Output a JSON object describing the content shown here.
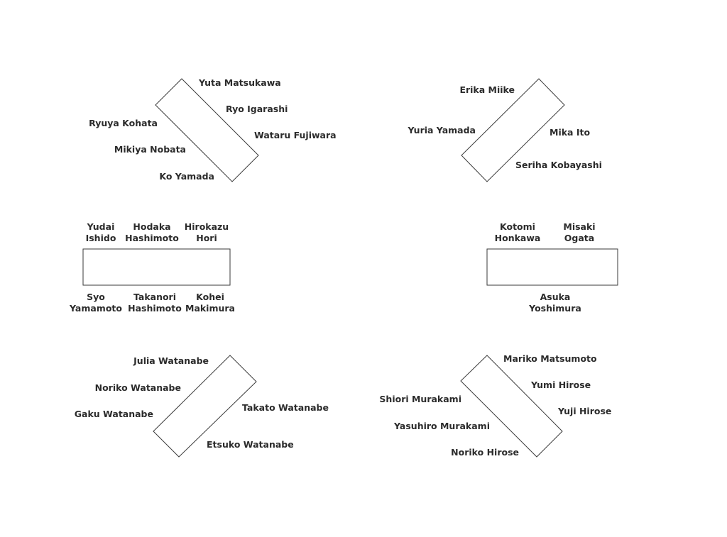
{
  "tables": [
    {
      "id": "table-1",
      "guests": [
        {
          "lines": [
            "Yuta Matsukawa"
          ]
        },
        {
          "lines": [
            "Ryo Igarashi"
          ]
        },
        {
          "lines": [
            "Wataru Fujiwara"
          ]
        },
        {
          "lines": [
            "Ryuya Kohata"
          ]
        },
        {
          "lines": [
            "Mikiya Nobata"
          ]
        },
        {
          "lines": [
            "Ko Yamada"
          ]
        }
      ]
    },
    {
      "id": "table-2",
      "guests": [
        {
          "lines": [
            "Erika Miike"
          ]
        },
        {
          "lines": [
            "Yuria Yamada"
          ]
        },
        {
          "lines": [
            "Mika Ito"
          ]
        },
        {
          "lines": [
            "Seriha Kobayashi"
          ]
        }
      ]
    },
    {
      "id": "table-3",
      "guests": [
        {
          "lines": [
            "Yudai",
            "Ishido"
          ]
        },
        {
          "lines": [
            "Hodaka",
            "Hashimoto"
          ]
        },
        {
          "lines": [
            "Hirokazu",
            "Hori"
          ]
        },
        {
          "lines": [
            "Syo",
            "Yamamoto"
          ]
        },
        {
          "lines": [
            "Takanori",
            "Hashimoto"
          ]
        },
        {
          "lines": [
            "Kohei",
            "Makimura"
          ]
        }
      ]
    },
    {
      "id": "table-4",
      "guests": [
        {
          "lines": [
            "Kotomi",
            "Honkawa"
          ]
        },
        {
          "lines": [
            "Misaki",
            "Ogata"
          ]
        },
        {
          "lines": [
            "Asuka",
            "Yoshimura"
          ]
        }
      ]
    },
    {
      "id": "table-5",
      "guests": [
        {
          "lines": [
            "Julia Watanabe"
          ]
        },
        {
          "lines": [
            "Noriko Watanabe"
          ]
        },
        {
          "lines": [
            "Gaku Watanabe"
          ]
        },
        {
          "lines": [
            "Takato Watanabe"
          ]
        },
        {
          "lines": [
            "Etsuko Watanabe"
          ]
        }
      ]
    },
    {
      "id": "table-6",
      "guests": [
        {
          "lines": [
            "Mariko Matsumoto"
          ]
        },
        {
          "lines": [
            "Yumi Hirose"
          ]
        },
        {
          "lines": [
            "Yuji Hirose"
          ]
        },
        {
          "lines": [
            "Shiori Murakami"
          ]
        },
        {
          "lines": [
            "Yasuhiro Murakami"
          ]
        },
        {
          "lines": [
            "Noriko Hirose"
          ]
        }
      ]
    }
  ]
}
